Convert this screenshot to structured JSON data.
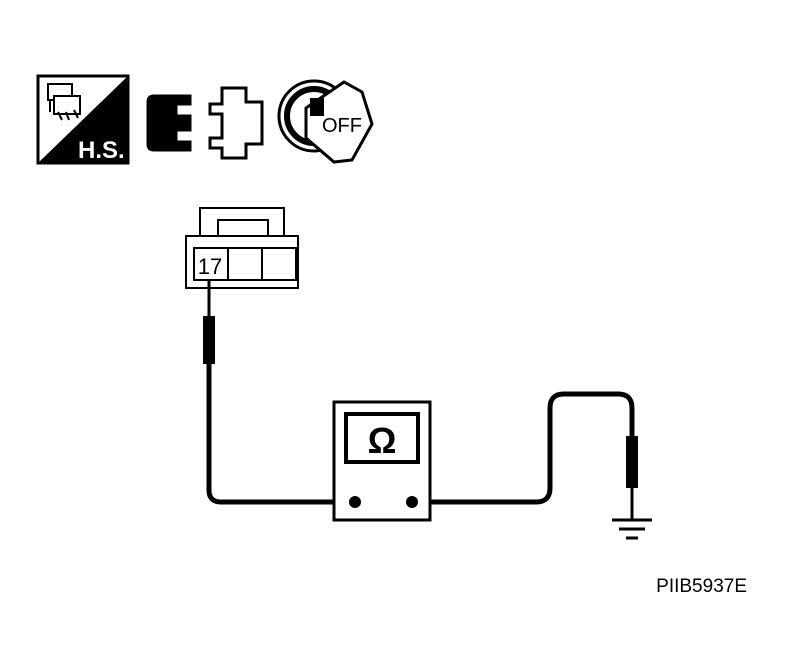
{
  "icons": {
    "harness_connector_label": "H.S.",
    "ignition_key_label": "OFF"
  },
  "connector": {
    "terminal_number": "17"
  },
  "meter": {
    "symbol": "Ω"
  },
  "figure_code": "PIIB5937E"
}
